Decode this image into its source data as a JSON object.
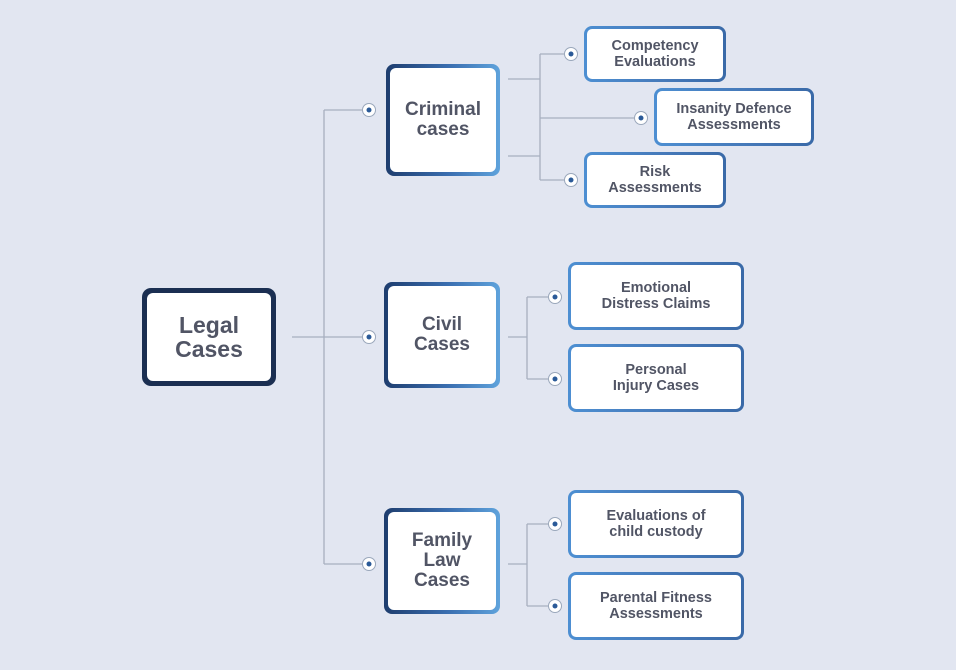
{
  "root": {
    "label": "Legal\nCases"
  },
  "categories": [
    {
      "label": "Criminal\ncases",
      "items": [
        "Competency\nEvaluations",
        "Insanity Defence\nAssessments",
        "Risk\nAssessments"
      ]
    },
    {
      "label": "Civil\nCases",
      "items": [
        "Emotional\nDistress Claims",
        "Personal\nInjury Cases"
      ]
    },
    {
      "label": "Family\nLaw\nCases",
      "items": [
        "Evaluations of\nchild custody",
        "Parental Fitness\nAssessments"
      ]
    }
  ],
  "colors": {
    "background": "#e2e6f1",
    "connector": "#a7afbf",
    "root_border": "#1b2f52",
    "accent_blue": "#3a6eb0",
    "text": "#515565"
  }
}
